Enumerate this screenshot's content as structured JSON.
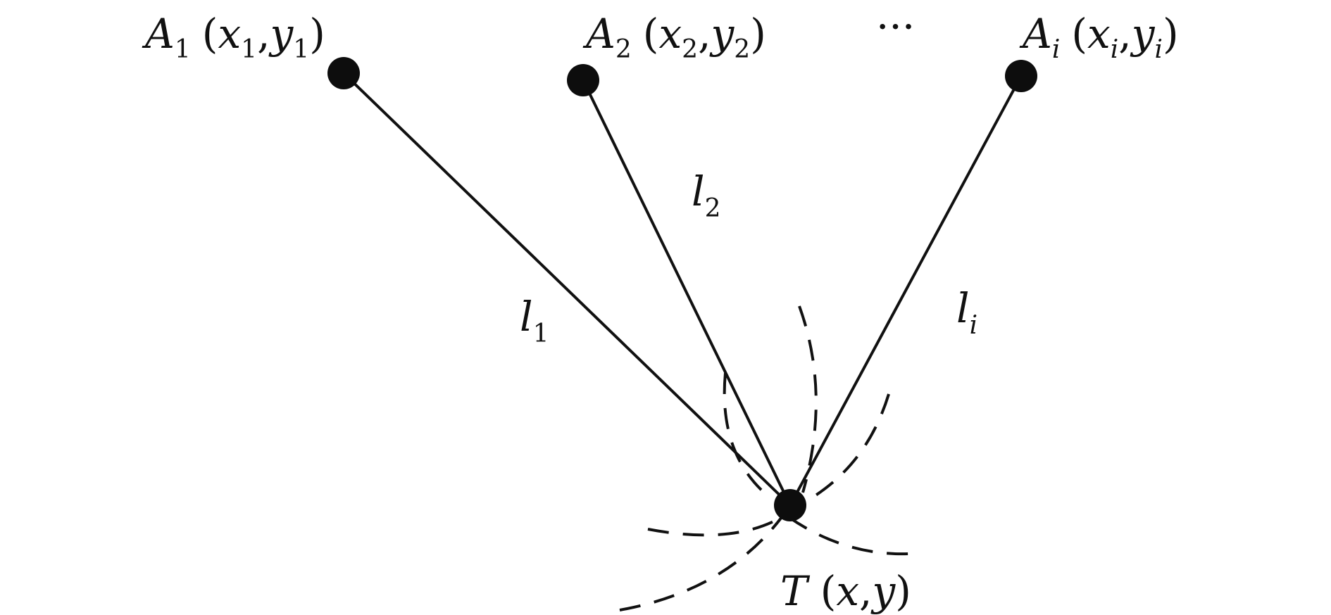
{
  "anchors": [
    {
      "letter": "A",
      "sub": "1",
      "x": "x",
      "xsub": "1",
      "y": "y",
      "ysub": "1"
    },
    {
      "letter": "A",
      "sub": "2",
      "x": "x",
      "xsub": "2",
      "y": "y",
      "ysub": "2"
    },
    {
      "letter": "A",
      "sub": "i",
      "x": "x",
      "xsub": "i",
      "y": "y",
      "ysub": "i"
    }
  ],
  "ellipsis": "···",
  "distances": [
    {
      "letter": "l",
      "sub": "1"
    },
    {
      "letter": "l",
      "sub": "2"
    },
    {
      "letter": "l",
      "sub": "i"
    }
  ],
  "target": {
    "letter": "T",
    "x": "x",
    "y": "y"
  },
  "punct": {
    "open": "(",
    "close": ")",
    "comma": ","
  },
  "colors": {
    "ink": "#111111",
    "node": "#0d0d0d",
    "background": "#ffffff"
  }
}
